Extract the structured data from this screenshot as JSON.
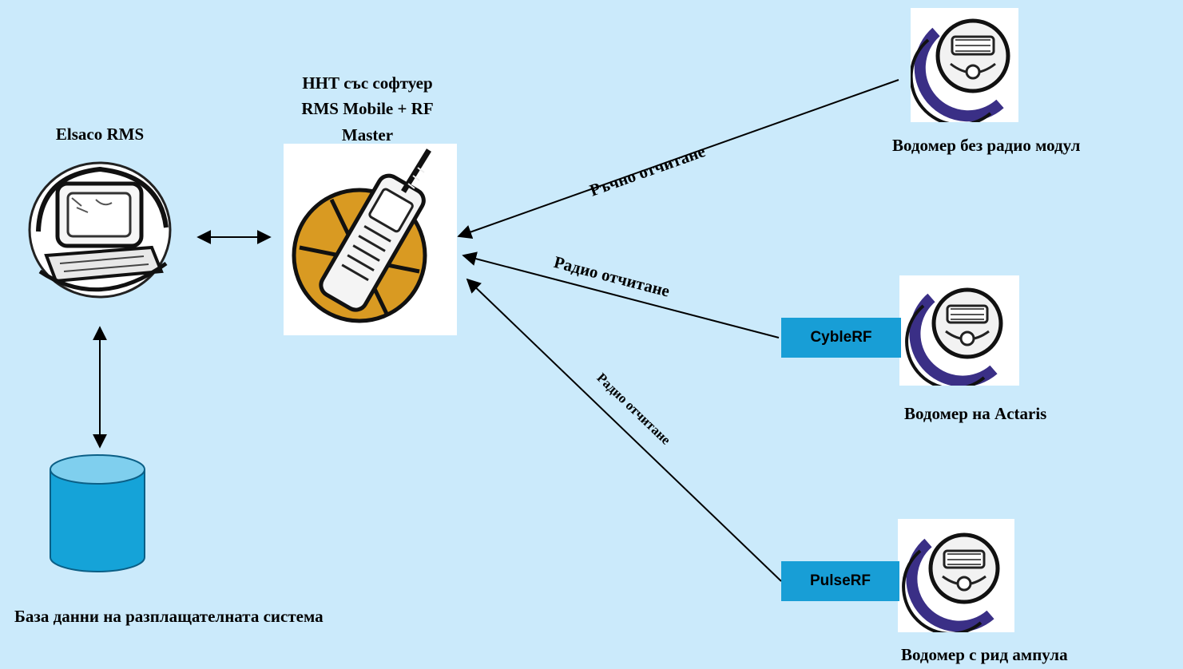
{
  "nodes": {
    "server": {
      "label": "Elsaco RMS"
    },
    "handheld": {
      "label_lines": [
        "ННТ със софтуер",
        "RMS Mobile + RF",
        "Master"
      ]
    },
    "database": {
      "label": "База данни на разплащателната система"
    },
    "meter_plain": {
      "label": "Водомер без радио модул"
    },
    "meter_actaris": {
      "label": "Водомер на Actaris"
    },
    "meter_reed": {
      "label": "Водомер с рид ампула"
    }
  },
  "modules": {
    "cyble": {
      "label": "CybleRF"
    },
    "pulse": {
      "label": "PulseRF"
    }
  },
  "edges": {
    "manual": {
      "label": "Ръчно отчитане"
    },
    "radio_cyble": {
      "label": "Радио отчитане"
    },
    "radio_pulse": {
      "label": "Радио отчитане"
    }
  },
  "colors": {
    "background": "#cbeafb",
    "module": "#189ed6",
    "cylinder_body": "#15a3d8",
    "cylinder_top": "#7fcfee",
    "meter_ring": "#3a2f86"
  }
}
